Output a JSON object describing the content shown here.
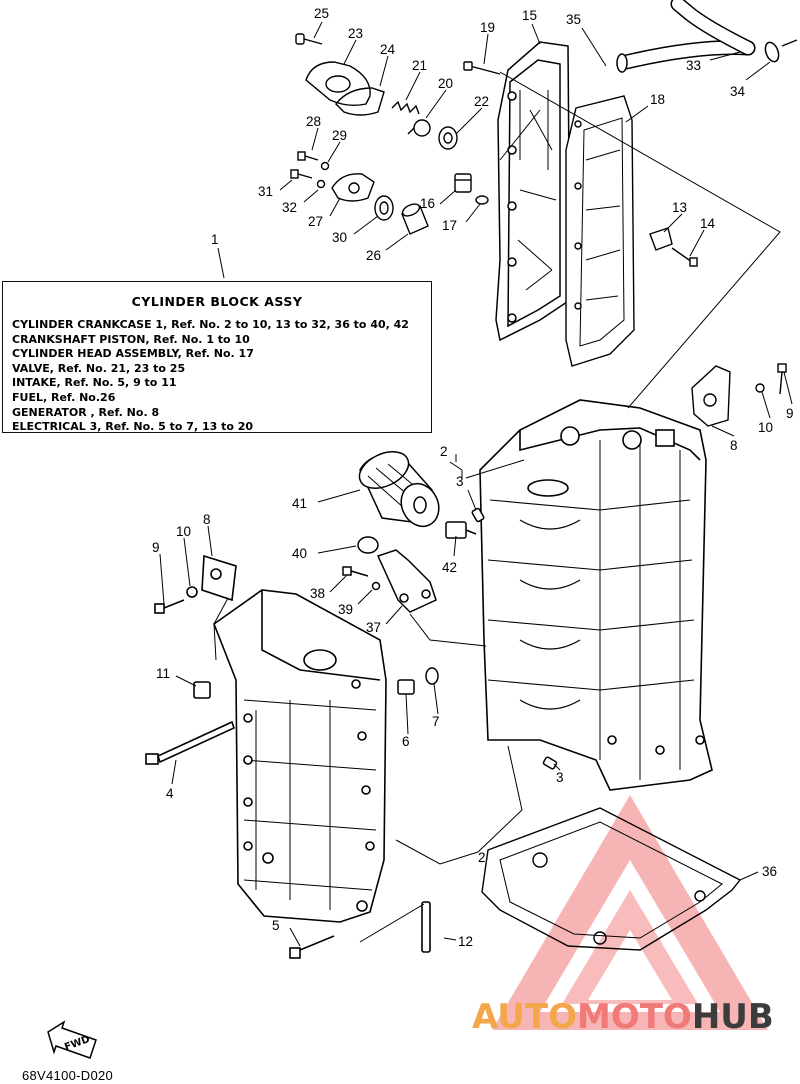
{
  "legend": {
    "title": "CYLINDER BLOCK ASSY",
    "lines": [
      "CYLINDER CRANKCASE 1,  Ref. No. 2 to 10, 13 to 32, 36 to 40, 42",
      "CRANKSHAFT PISTON,  Ref. No. 1 to 10",
      "CYLINDER HEAD ASSEMBLY,  Ref. No. 17",
      "VALVE, Ref. No. 21, 23 to 25",
      "INTAKE, Ref. No. 5, 9 to 11",
      "FUEL,  Ref. No.26",
      "GENERATOR , Ref. No. 8",
      "ELECTRICAL 3,  Ref. No. 5 to 7, 13 to 20"
    ]
  },
  "callouts": {
    "c1": "1",
    "c2a": "2",
    "c2b": "2",
    "c3a": "3",
    "c3b": "3",
    "c4": "4",
    "c5": "5",
    "c6": "6",
    "c7": "7",
    "c8a": "8",
    "c8b": "8",
    "c9a": "9",
    "c9b": "9",
    "c10a": "10",
    "c10b": "10",
    "c11": "11",
    "c12": "12",
    "c13": "13",
    "c14": "14",
    "c15": "15",
    "c16": "16",
    "c17": "17",
    "c18": "18",
    "c19": "19",
    "c20": "20",
    "c21": "21",
    "c22": "22",
    "c23": "23",
    "c24": "24",
    "c25": "25",
    "c26": "26",
    "c27": "27",
    "c28": "28",
    "c29": "29",
    "c30": "30",
    "c31": "31",
    "c32": "32",
    "c33": "33",
    "c34": "34",
    "c35": "35",
    "c36": "36",
    "c37": "37",
    "c38": "38",
    "c39": "39",
    "c40": "40",
    "c41": "41",
    "c42": "42"
  },
  "fwd_label": "FWD",
  "diagram_code": "68V4100-D020",
  "watermark": {
    "part1": "AUTO",
    "part2": "MOTO",
    "part3": "HUB",
    "color_auto": "#f4a64a",
    "color_moto": "#f07a78",
    "color_hub": "#3c3c3c",
    "color_triangle": "#f07a78"
  }
}
